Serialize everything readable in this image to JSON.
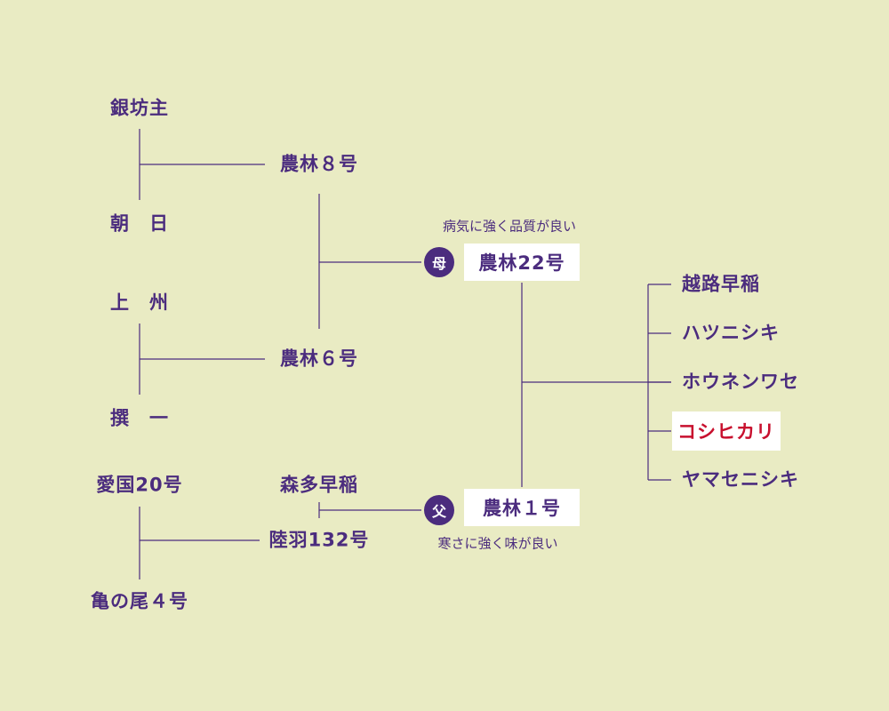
{
  "colors": {
    "background": "#e9ebc3",
    "text": "#4b2c7e",
    "line": "#4b2c7e",
    "highlight_text": "#c8102e",
    "box_fill": "#ffffff",
    "circle_fill": "#4b2c7e"
  },
  "ancestors": {
    "ginbozu": "銀坊主",
    "asahi": "朝　日",
    "joshu": "上　州",
    "senichi": "撰　一",
    "aikoku20": "愛国20号",
    "kamenoo4": "亀の尾４号"
  },
  "intermediates": {
    "norin8": "農林８号",
    "norin6": "農林６号",
    "moritawase": "森多早稲",
    "rikuu132": "陸羽132号"
  },
  "mother": {
    "badge": "母",
    "name": "農林22号",
    "note": "病気に強く品質が良い"
  },
  "father": {
    "badge": "父",
    "name": "農林１号",
    "note": "寒さに強く味が良い"
  },
  "offspring": [
    "越路早稲",
    "ハツニシキ",
    "ホウネンワセ",
    "コシヒカリ",
    "ヤマセニシキ"
  ],
  "highlighted_offspring": "コシヒカリ"
}
